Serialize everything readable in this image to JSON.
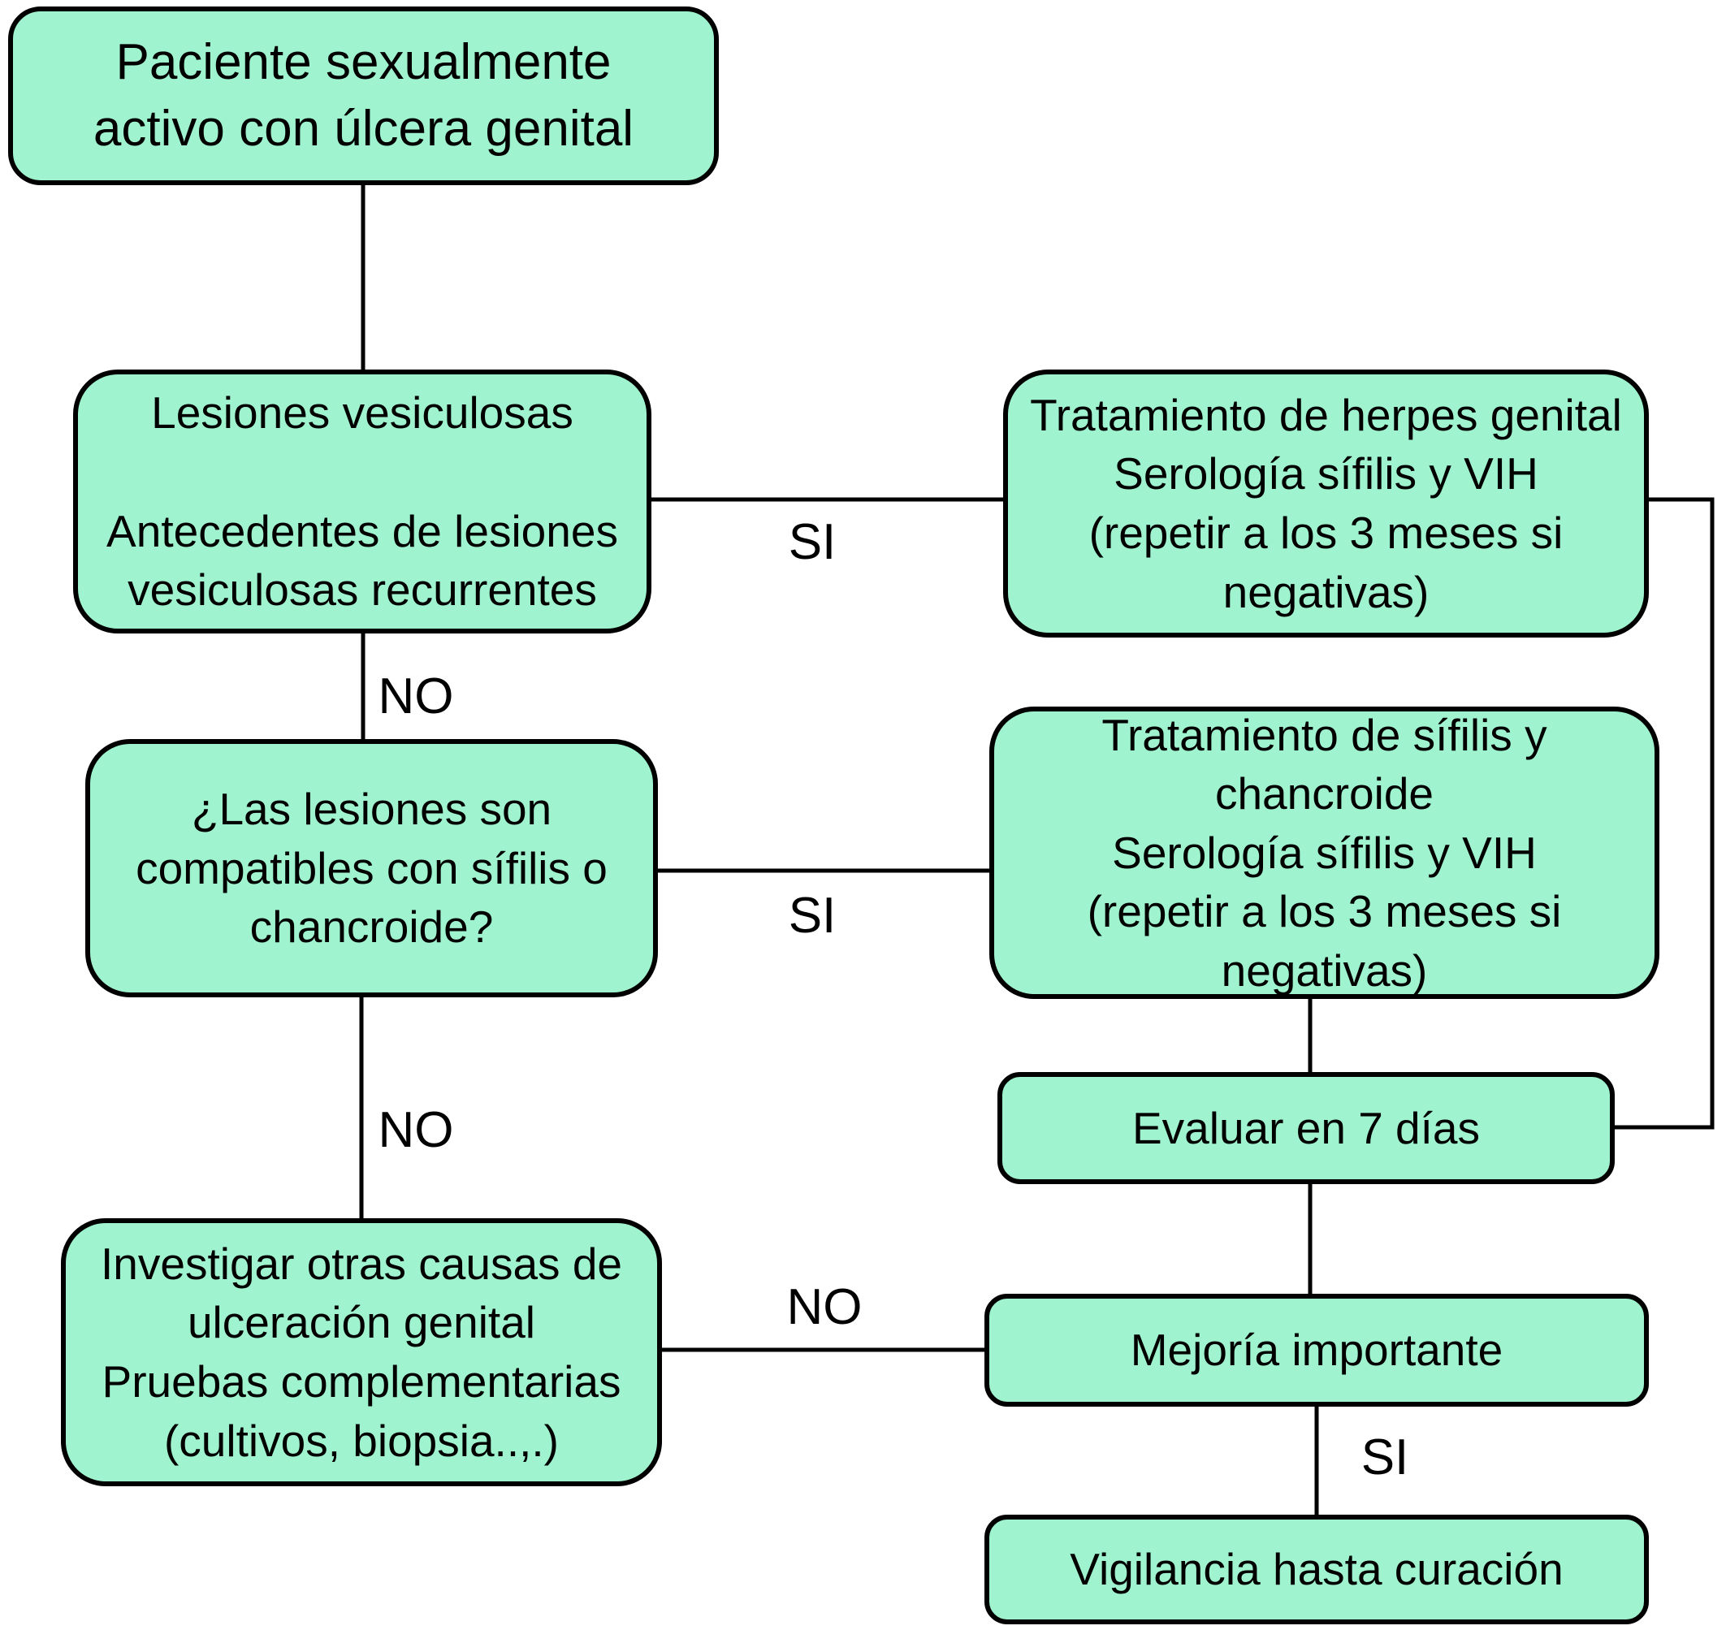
{
  "diagram": {
    "colors": {
      "background": "#ffffff",
      "node_fill": "#a0f3cf",
      "node_border": "#000000",
      "edge": "#000000",
      "text": "#000000"
    },
    "nodes": {
      "patient": {
        "text": "Paciente sexualmente\nactivo con úlcera genital"
      },
      "vesicular": {
        "text": "Lesiones vesiculosas\n\nAntecedentes de lesiones\nvesiculosas recurrentes"
      },
      "herpes": {
        "text": "Tratamiento de herpes genital\nSerología sífilis y VIH\n(repetir a los 3 meses si\nnegativas)"
      },
      "question": {
        "text": "¿Las lesiones son\ncompatibles con sífilis o\nchancroide?"
      },
      "syphilis": {
        "text": "Tratamiento de sífilis y\nchancroide\nSerología sífilis y VIH\n(repetir a los 3 meses si\nnegativas)"
      },
      "evaluate": {
        "text": "Evaluar en 7 días"
      },
      "investigate": {
        "text": "Investigar otras causas de\nulceración genital\nPruebas complementarias\n(cultivos, biopsia..,.)"
      },
      "improvement": {
        "text": "Mejoría importante"
      },
      "surveillance": {
        "text": "Vigilancia hasta curación"
      }
    },
    "edge_labels": {
      "si_herpes": "SI",
      "no_vesicular": "NO",
      "si_syphilis": "SI",
      "no_question": "NO",
      "no_improvement": "NO",
      "si_improvement": "SI"
    }
  }
}
